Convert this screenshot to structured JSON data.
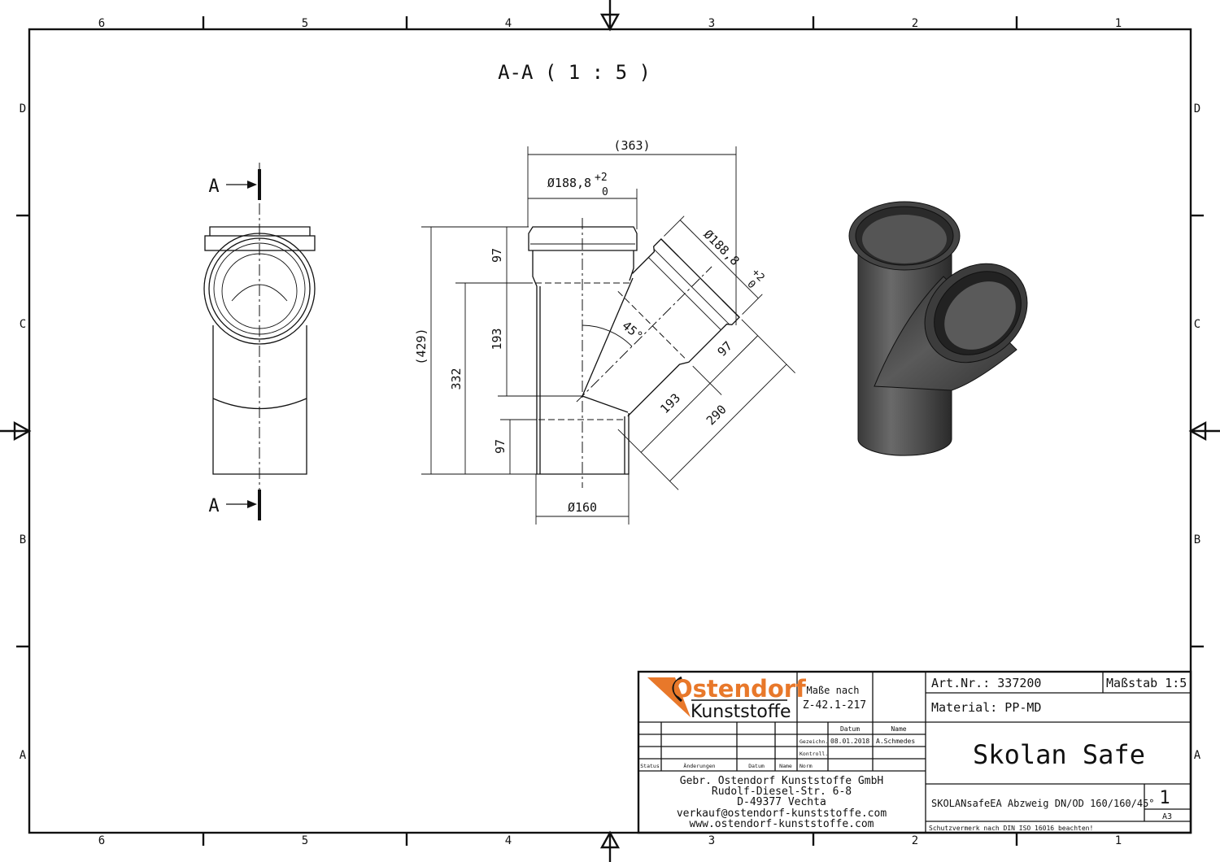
{
  "view_title": "A-A ( 1 : 5 )",
  "frame": {
    "columns": [
      "6",
      "5",
      "4",
      "3",
      "2",
      "1"
    ],
    "rows": [
      "D",
      "C",
      "B",
      "A"
    ]
  },
  "section_markers": {
    "top": "A",
    "bottom": "A"
  },
  "dimensions": {
    "overall_width": "(363)",
    "socket_diameter": "Ø188,8",
    "socket_tol_upper": "+2",
    "socket_tol_lower": "0",
    "overall_height": "(429)",
    "height_332": "332",
    "socket_depth_top": "97",
    "body_length": "193",
    "socket_depth_bottom": "97",
    "pipe_diameter": "Ø160",
    "angle": "45°",
    "branch_socket_diameter": "Ø188,8",
    "branch_tol_upper": "+2",
    "branch_tol_lower": "0",
    "branch_socket_depth": "97",
    "branch_body_length": "193",
    "branch_total_length": "290"
  },
  "title_block": {
    "logo_top": "Ostendorf",
    "logo_bottom": "Kunststoffe",
    "logo_color": "#e8782a",
    "standard_label": "Maße nach",
    "standard_value": "Z-42.1-217",
    "col_datum": "Datum",
    "col_name": "Name",
    "row_gezeichn": "Gezeichn.",
    "gezeichn_datum": "08.01.2018",
    "gezeichn_name": "A.Schmedes",
    "row_kontroll": "Kontroll.",
    "row_norm": "Norm",
    "rev_status": "Status",
    "rev_aenderungen": "Änderungen",
    "rev_datum": "Datum",
    "rev_name": "Name",
    "company": "Gebr. Ostendorf Kunststoffe GmbH",
    "street": "Rudolf-Diesel-Str. 6-8",
    "city": "D-49377 Vechta",
    "email": "verkauf@ostendorf-kunststoffe.com",
    "website": "www.ostendorf-kunststoffe.com",
    "art_nr": "Art.Nr.: 337200",
    "scale": "Maßstab 1:5",
    "material": "Material: PP-MD",
    "product_name": "Skolan Safe",
    "description": "SKOLANsafeEA Abzweig DN/OD 160/160/45°",
    "sheet": "1",
    "format": "A3",
    "notice": "Schutzvermerk nach DIN ISO 16016 beachten!"
  }
}
